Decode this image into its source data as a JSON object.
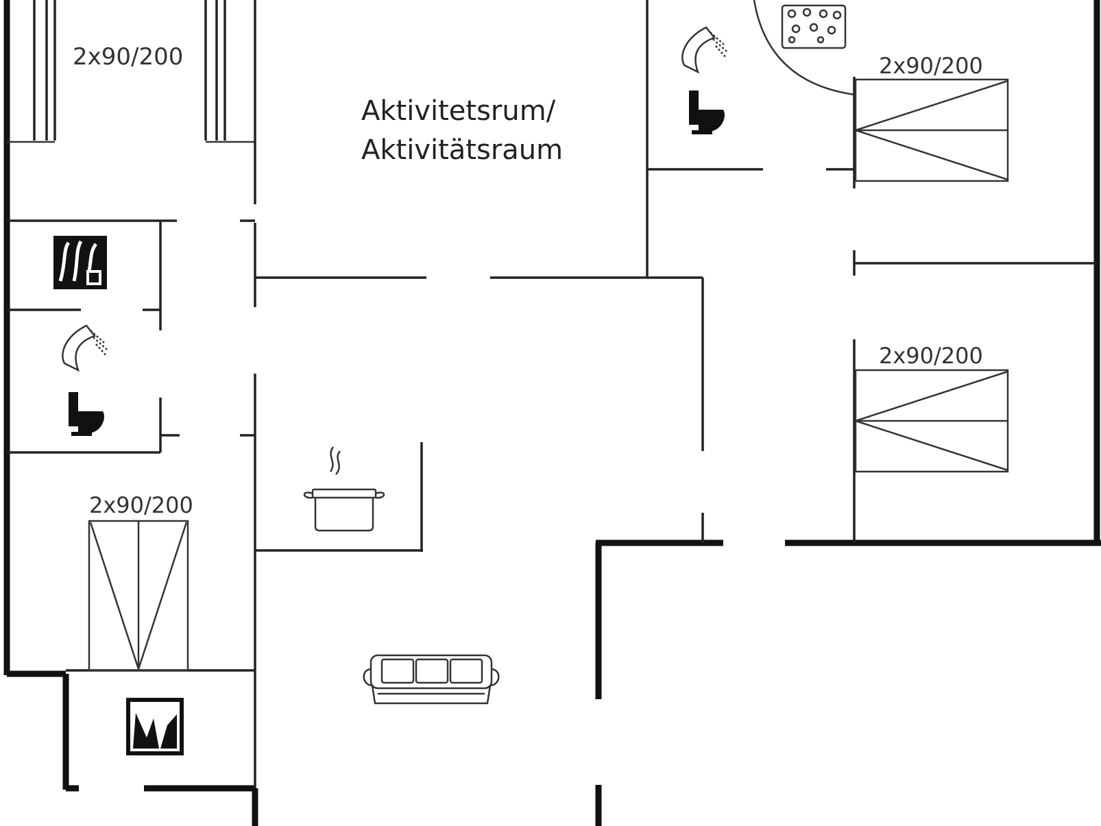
{
  "rooms": {
    "activity_room": {
      "label_line1": "Aktivitetsrum/",
      "label_line2": "Aktivitätsraum"
    }
  },
  "beds": {
    "bed_top_left": "2x90/200",
    "bed_top_right": "2x90/200",
    "bed_mid_right": "2x90/200",
    "bed_left_lower": "2x90/200"
  },
  "icons": {
    "shower_top": "shower-icon",
    "toilet_top": "toilet-icon",
    "whirlpool": "whirlpool-icon",
    "shower_left": "shower-icon",
    "toilet_left": "toilet-icon",
    "washer": "washing-machine-icon",
    "dryer": "tumble-dryer-icon",
    "stove": "cooking-pot-icon",
    "sofa": "sofa-icon"
  }
}
